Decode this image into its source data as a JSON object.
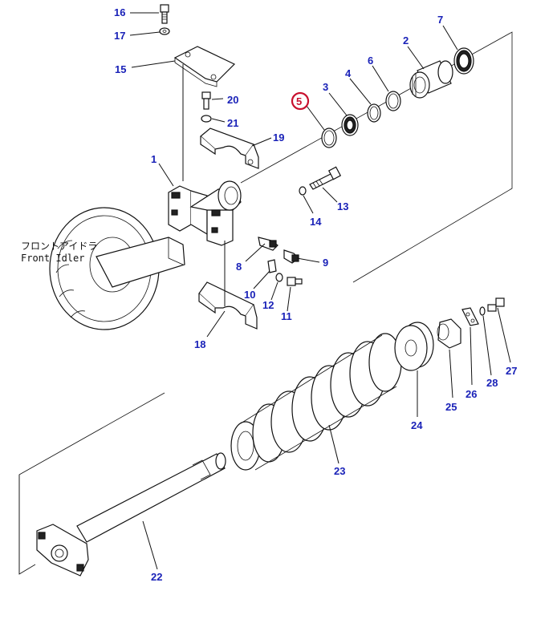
{
  "diagram": {
    "caption": {
      "jp": "フロントアイドラ",
      "en": "Front Idler"
    },
    "highlight_color": "#c8102e",
    "label_color": "#1a22b8",
    "highlighted_part": "5",
    "callouts": [
      "16",
      "17",
      "15",
      "20",
      "21",
      "19",
      "1",
      "5",
      "3",
      "4",
      "6",
      "2",
      "7",
      "13",
      "14",
      "8",
      "9",
      "10",
      "12",
      "11",
      "18",
      "24",
      "25",
      "26",
      "28",
      "27",
      "23",
      "22"
    ]
  }
}
